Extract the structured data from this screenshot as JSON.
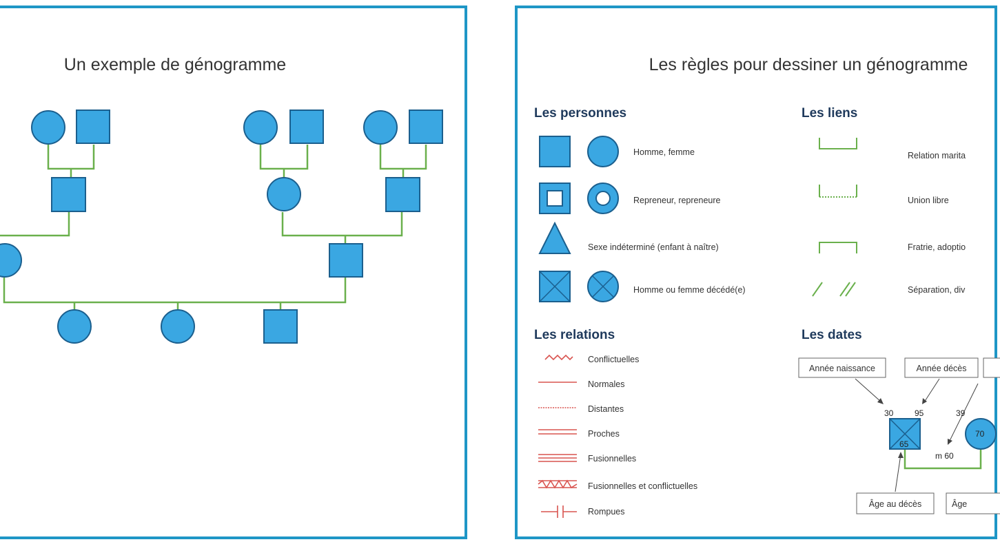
{
  "left": {
    "title": "Un exemple de génogramme"
  },
  "right": {
    "title": "Les règles pour dessiner un génogramme",
    "persons": {
      "heading": "Les personnes",
      "rows": [
        {
          "label": "Homme, femme"
        },
        {
          "label": "Repreneur, repreneure"
        },
        {
          "label": "Sexe indéterminé (enfant à naître)"
        },
        {
          "label": "Homme ou femme décédé(e)"
        }
      ]
    },
    "links": {
      "heading": "Les liens",
      "rows": [
        {
          "label": "Relation marita"
        },
        {
          "label": "Union libre"
        },
        {
          "label": "Fratrie, adoptio"
        },
        {
          "label": "Séparation, div"
        }
      ]
    },
    "relations": {
      "heading": "Les relations",
      "rows": [
        {
          "label": "Conflictuelles"
        },
        {
          "label": "Normales"
        },
        {
          "label": "Distantes"
        },
        {
          "label": "Proches"
        },
        {
          "label": "Fusionnelles"
        },
        {
          "label": "Fusionnelles et conflictuelles"
        },
        {
          "label": "Rompues"
        }
      ]
    },
    "dates": {
      "heading": "Les dates",
      "birth_year": "Année naissance",
      "death_year": "Année décès",
      "age_at_death": "Âge au décès",
      "age": "Âge",
      "num_30": "30",
      "num_95": "95",
      "num_39": "39",
      "num_65": "65",
      "num_70": "70",
      "marriage": "m 60"
    }
  },
  "colors": {
    "border": "#1e96c6",
    "symbol_fill": "#3aa7e2",
    "symbol_stroke": "#1b5f8e",
    "line_green": "#6ab04c",
    "relation_red": "#d9534f"
  }
}
